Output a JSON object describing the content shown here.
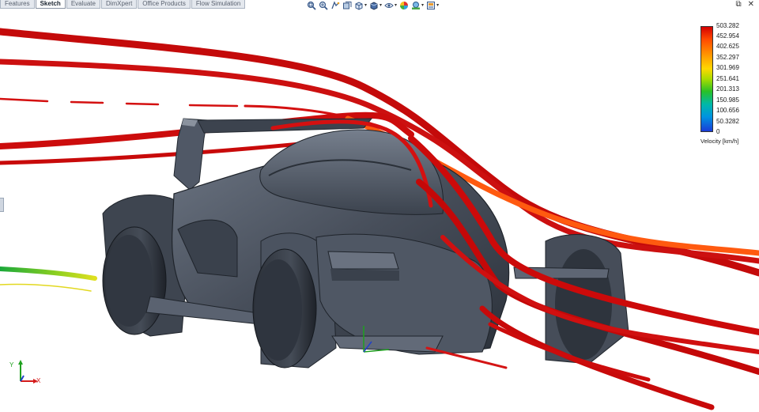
{
  "tabs": [
    {
      "label": "Features",
      "active": false
    },
    {
      "label": "Sketch",
      "active": true
    },
    {
      "label": "Evaluate",
      "active": false
    },
    {
      "label": "DimXpert",
      "active": false
    },
    {
      "label": "Office Products",
      "active": false
    },
    {
      "label": "Flow Simulation",
      "active": false
    }
  ],
  "view_toolbar": [
    {
      "icon": "zoom-to-fit-icon"
    },
    {
      "icon": "zoom-to-area-icon"
    },
    {
      "icon": "previous-view-icon"
    },
    {
      "icon": "section-view-icon"
    },
    {
      "icon": "view-orientation-icon",
      "dropdown": true
    },
    {
      "icon": "display-style-icon",
      "dropdown": true
    },
    {
      "icon": "hide-show-items-icon",
      "dropdown": true
    },
    {
      "icon": "edit-appearance-icon"
    },
    {
      "icon": "apply-scene-icon",
      "dropdown": true
    },
    {
      "icon": "view-settings-icon",
      "dropdown": true
    }
  ],
  "window_controls": {
    "restore": "⧉",
    "close": "✕"
  },
  "legend": {
    "ticks": [
      "503.282",
      "452.954",
      "402.625",
      "352.297",
      "301.969",
      "251.641",
      "201.313",
      "150.985",
      "100.656",
      "50.3282",
      "0"
    ],
    "unit": "Velocity [km/h]",
    "colors": [
      "#d40000",
      "#ff4a00",
      "#ff9c00",
      "#ffd800",
      "#a8dc00",
      "#28c028",
      "#00b8a8",
      "#0094e0",
      "#1a3cd8"
    ]
  },
  "triad": {
    "x_label": "X",
    "y_label": "Y",
    "x_color": "#d41c1c",
    "y_color": "#1fa01f",
    "z_color": "#2040c8"
  },
  "scene": {
    "body_color": "#4a5260",
    "flow_high": "#cc0a0a",
    "flow_mid": "#ff5a00",
    "flow_low": "#2aa83a"
  }
}
